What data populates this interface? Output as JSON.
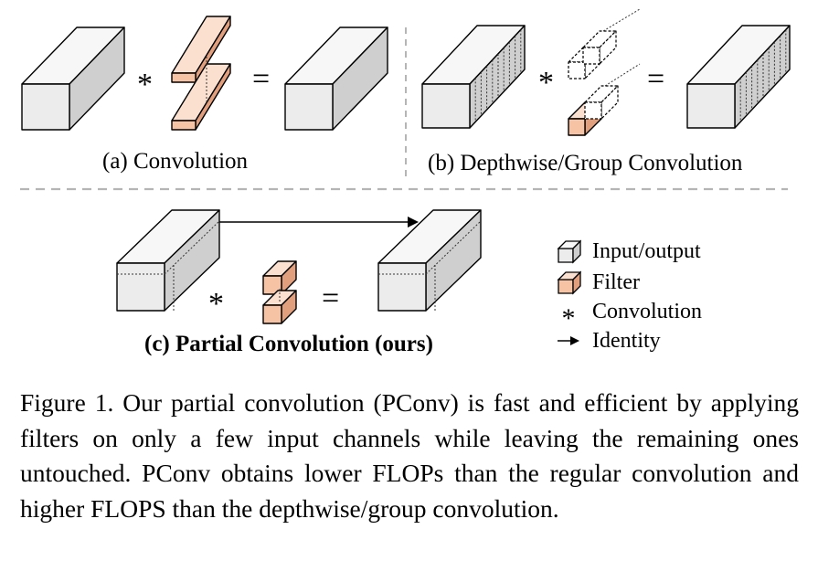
{
  "panels": {
    "a": {
      "label": "(a) Convolution"
    },
    "b": {
      "label": "(b) Depthwise/Group Convolution"
    },
    "c": {
      "label": "(c) Partial Convolution (ours)"
    }
  },
  "operators": {
    "conv": "*",
    "equals": "="
  },
  "legend": {
    "input_output": "Input/output",
    "filter": "Filter",
    "convolution": "Convolution",
    "identity": "Identity",
    "conv_symbol": "*"
  },
  "caption": "Figure 1. Our partial convolution (PConv) is fast and efficient by applying filters on only a few input channels while leaving the remaining ones untouched. PConv obtains lower FLOPs than the regular convolution and higher FLOPS than the depthwise/group convolution.",
  "colors": {
    "block_front": "#ececec",
    "block_side": "#cfcfcf",
    "block_top": "#f7f7f7",
    "filter_front": "#f6c3a5",
    "filter_side": "#e29f7d",
    "filter_top": "#fbe0cf",
    "stroke": "#000000",
    "divider": "#b5b5b5"
  }
}
